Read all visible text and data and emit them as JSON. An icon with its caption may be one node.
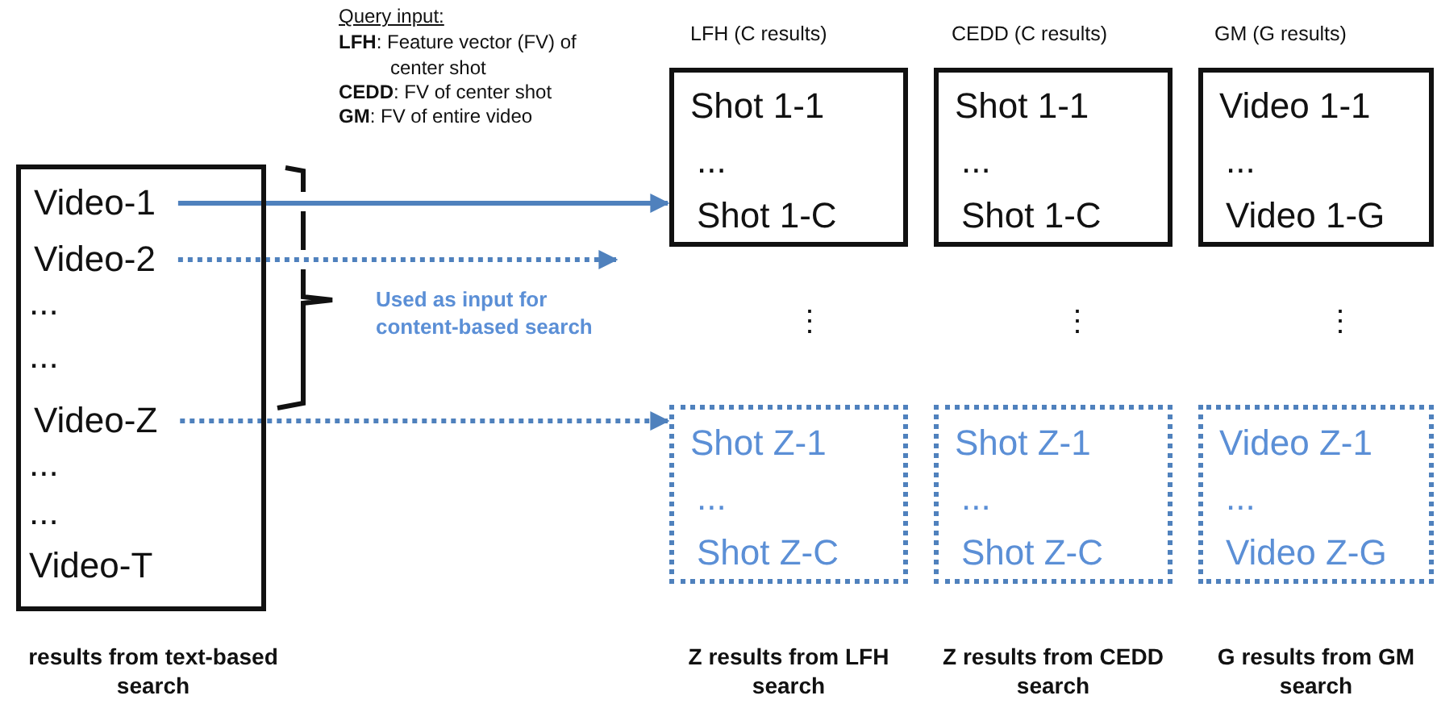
{
  "diagram": {
    "nodes": [
      {
        "text": [],
        "shape": "box",
        "beside": [
          "results from text-based search"
        ]
      },
      {
        "text": [
          "Video-1"
        ],
        "in": 0
      },
      {
        "text": [
          "Video-2"
        ],
        "in": 0
      },
      {
        "text": [
          "Video-Z"
        ],
        "in": 0
      },
      {
        "text": [
          "Shot 1-1",
          "...",
          "Shot 1-C"
        ],
        "beside": [
          "LFH (C results)"
        ]
      },
      {
        "text": [
          "Shot 1-1",
          "...",
          "Shot 1-C"
        ],
        "beside": [
          "CEDD (C results)"
        ]
      },
      {
        "text": [
          "Video 1-1",
          "...",
          "Video 1-G"
        ],
        "beside": [
          "GM (G results)"
        ]
      },
      {
        "text": [
          "Shot Z-1",
          "...",
          "Shot Z-C"
        ],
        "beside": [
          "Z results from LFH search"
        ]
      },
      {
        "text": [
          "Shot Z-1",
          "...",
          "Shot Z-C"
        ],
        "beside": [
          "Z results from CEDD search"
        ]
      },
      {
        "text": [
          "Video Z-1",
          "...",
          "Video Z-G"
        ],
        "beside": [
          "G results from GM search"
        ]
      }
    ],
    "edges": [
      {
        "from": 1,
        "to": 4,
        "arrow": "to"
      },
      {
        "from": 2,
        "to": null,
        "arrow": "to",
        "style": "dashed"
      },
      {
        "from": 3,
        "to": 7,
        "arrow": "to",
        "style": "dashed"
      }
    ],
    "labels": [
      "Query input:",
      "**LFH**: Feature vector (FV) of center shot",
      "**CEDD**: FV of center shot",
      "**GM**: FV of entire video",
      "...",
      "...",
      "Used as input for content-based search",
      "⋮",
      "⋮",
      "⋮",
      "...",
      "...",
      "Video-T"
    ]
  }
}
